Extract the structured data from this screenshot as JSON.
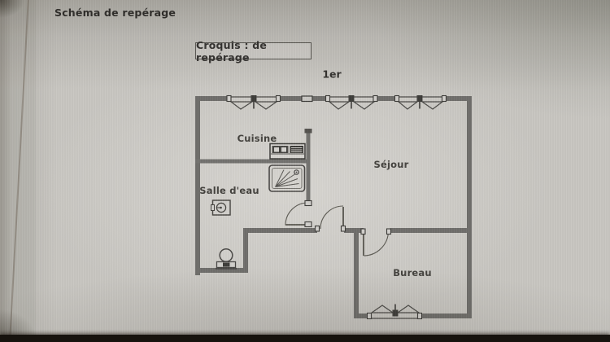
{
  "page": {
    "heading": "Schéma de repérage",
    "sketch_box_label": "Croquis : de repérage",
    "floor_label": "1er"
  },
  "floor_plan": {
    "rooms": [
      {
        "name": "cuisine",
        "label": "Cuisine"
      },
      {
        "name": "sejour",
        "label": "Séjour"
      },
      {
        "name": "salle-deau",
        "label": "Salle d'eau"
      },
      {
        "name": "bureau",
        "label": "Bureau"
      }
    ],
    "fixtures": [
      {
        "name": "kitchen-counter-icon",
        "room": "cuisine"
      },
      {
        "name": "shower-icon",
        "room": "salle-deau"
      },
      {
        "name": "washbasin-icon",
        "room": "salle-deau"
      },
      {
        "name": "toilet-icon",
        "room": "salle-deau"
      }
    ],
    "openings": {
      "windows_on_top_wall": 3,
      "windows_in_bureau": 1,
      "door_swings": 3
    }
  },
  "colors": {
    "paper": "#c8c6c1",
    "wall_gray": "#6f6e6b",
    "ink": "#3e3d3a",
    "text": "#2f2d2a",
    "bottom_bezel": "#17130e"
  }
}
